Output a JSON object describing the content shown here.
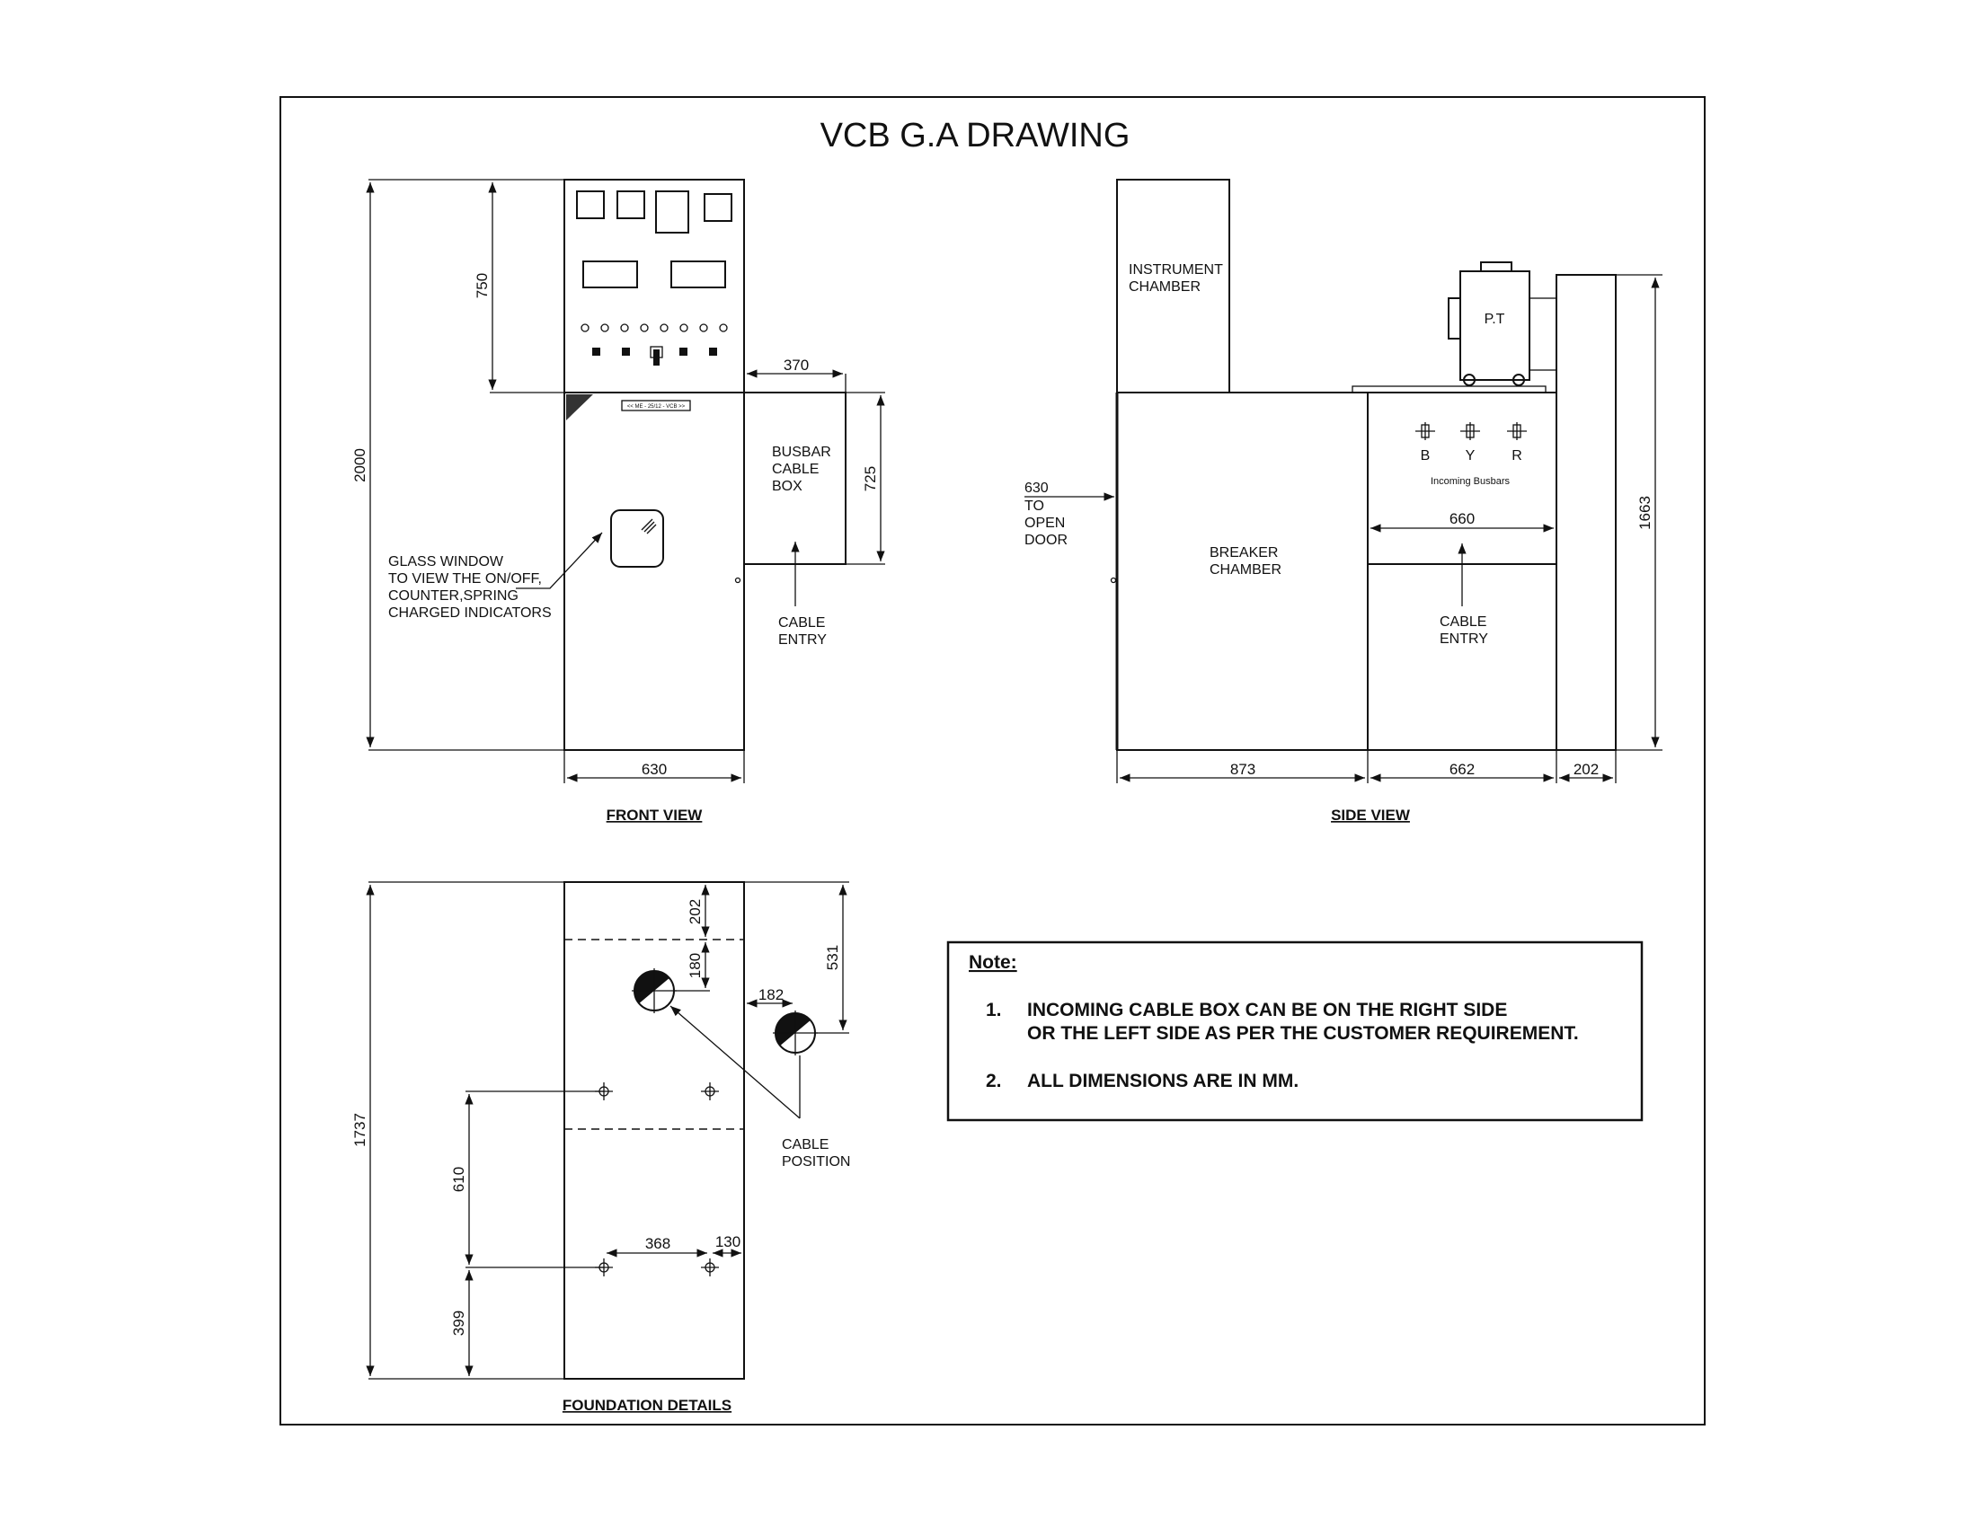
{
  "title": "VCB  G.A DRAWING",
  "front_view": {
    "caption": "FRONT VIEW",
    "dims": {
      "height": "2000",
      "top": "750",
      "width": "630",
      "box_width": "370",
      "box_height": "725"
    },
    "nameplate": "<< ME - 25/12 - VCB >>",
    "busbar_box": [
      "BUSBAR",
      "CABLE",
      "BOX"
    ],
    "cable_entry": [
      "CABLE",
      "ENTRY"
    ],
    "glass_window": [
      "GLASS WINDOW",
      "TO VIEW THE ON/OFF,",
      "COUNTER,SPRING",
      "CHARGED INDICATORS"
    ]
  },
  "side_view": {
    "caption": "SIDE VIEW",
    "instrument": [
      "INSTRUMENT",
      "CHAMBER"
    ],
    "breaker": [
      "BREAKER",
      "CHAMBER"
    ],
    "open_door": [
      "630",
      "TO",
      "OPEN",
      "DOOR"
    ],
    "pt": "P.T",
    "phases": [
      "B",
      "Y",
      "R"
    ],
    "incoming": "Incoming Busbars",
    "cable_entry": [
      "CABLE",
      "ENTRY"
    ],
    "dims": {
      "inner": "660",
      "height": "1663",
      "d1": "873",
      "d2": "662",
      "d3": "202"
    }
  },
  "foundation": {
    "caption": "FOUNDATION DETAILS",
    "cable_position": [
      "CABLE",
      "POSITION"
    ],
    "dims": {
      "total": "1737",
      "top_offset": "202",
      "hole": "180",
      "right_offset": "531",
      "side": "182",
      "spacing_v": "610",
      "bottom": "399",
      "spacing_h": "368",
      "edge": "130"
    }
  },
  "note": {
    "heading": "Note:",
    "items": [
      {
        "num": "1.",
        "lines": [
          "INCOMING CABLE BOX CAN BE ON THE RIGHT SIDE",
          "OR THE LEFT SIDE AS PER THE CUSTOMER REQUIREMENT."
        ]
      },
      {
        "num": "2.",
        "lines": [
          "ALL DIMENSIONS ARE IN MM."
        ]
      }
    ]
  }
}
